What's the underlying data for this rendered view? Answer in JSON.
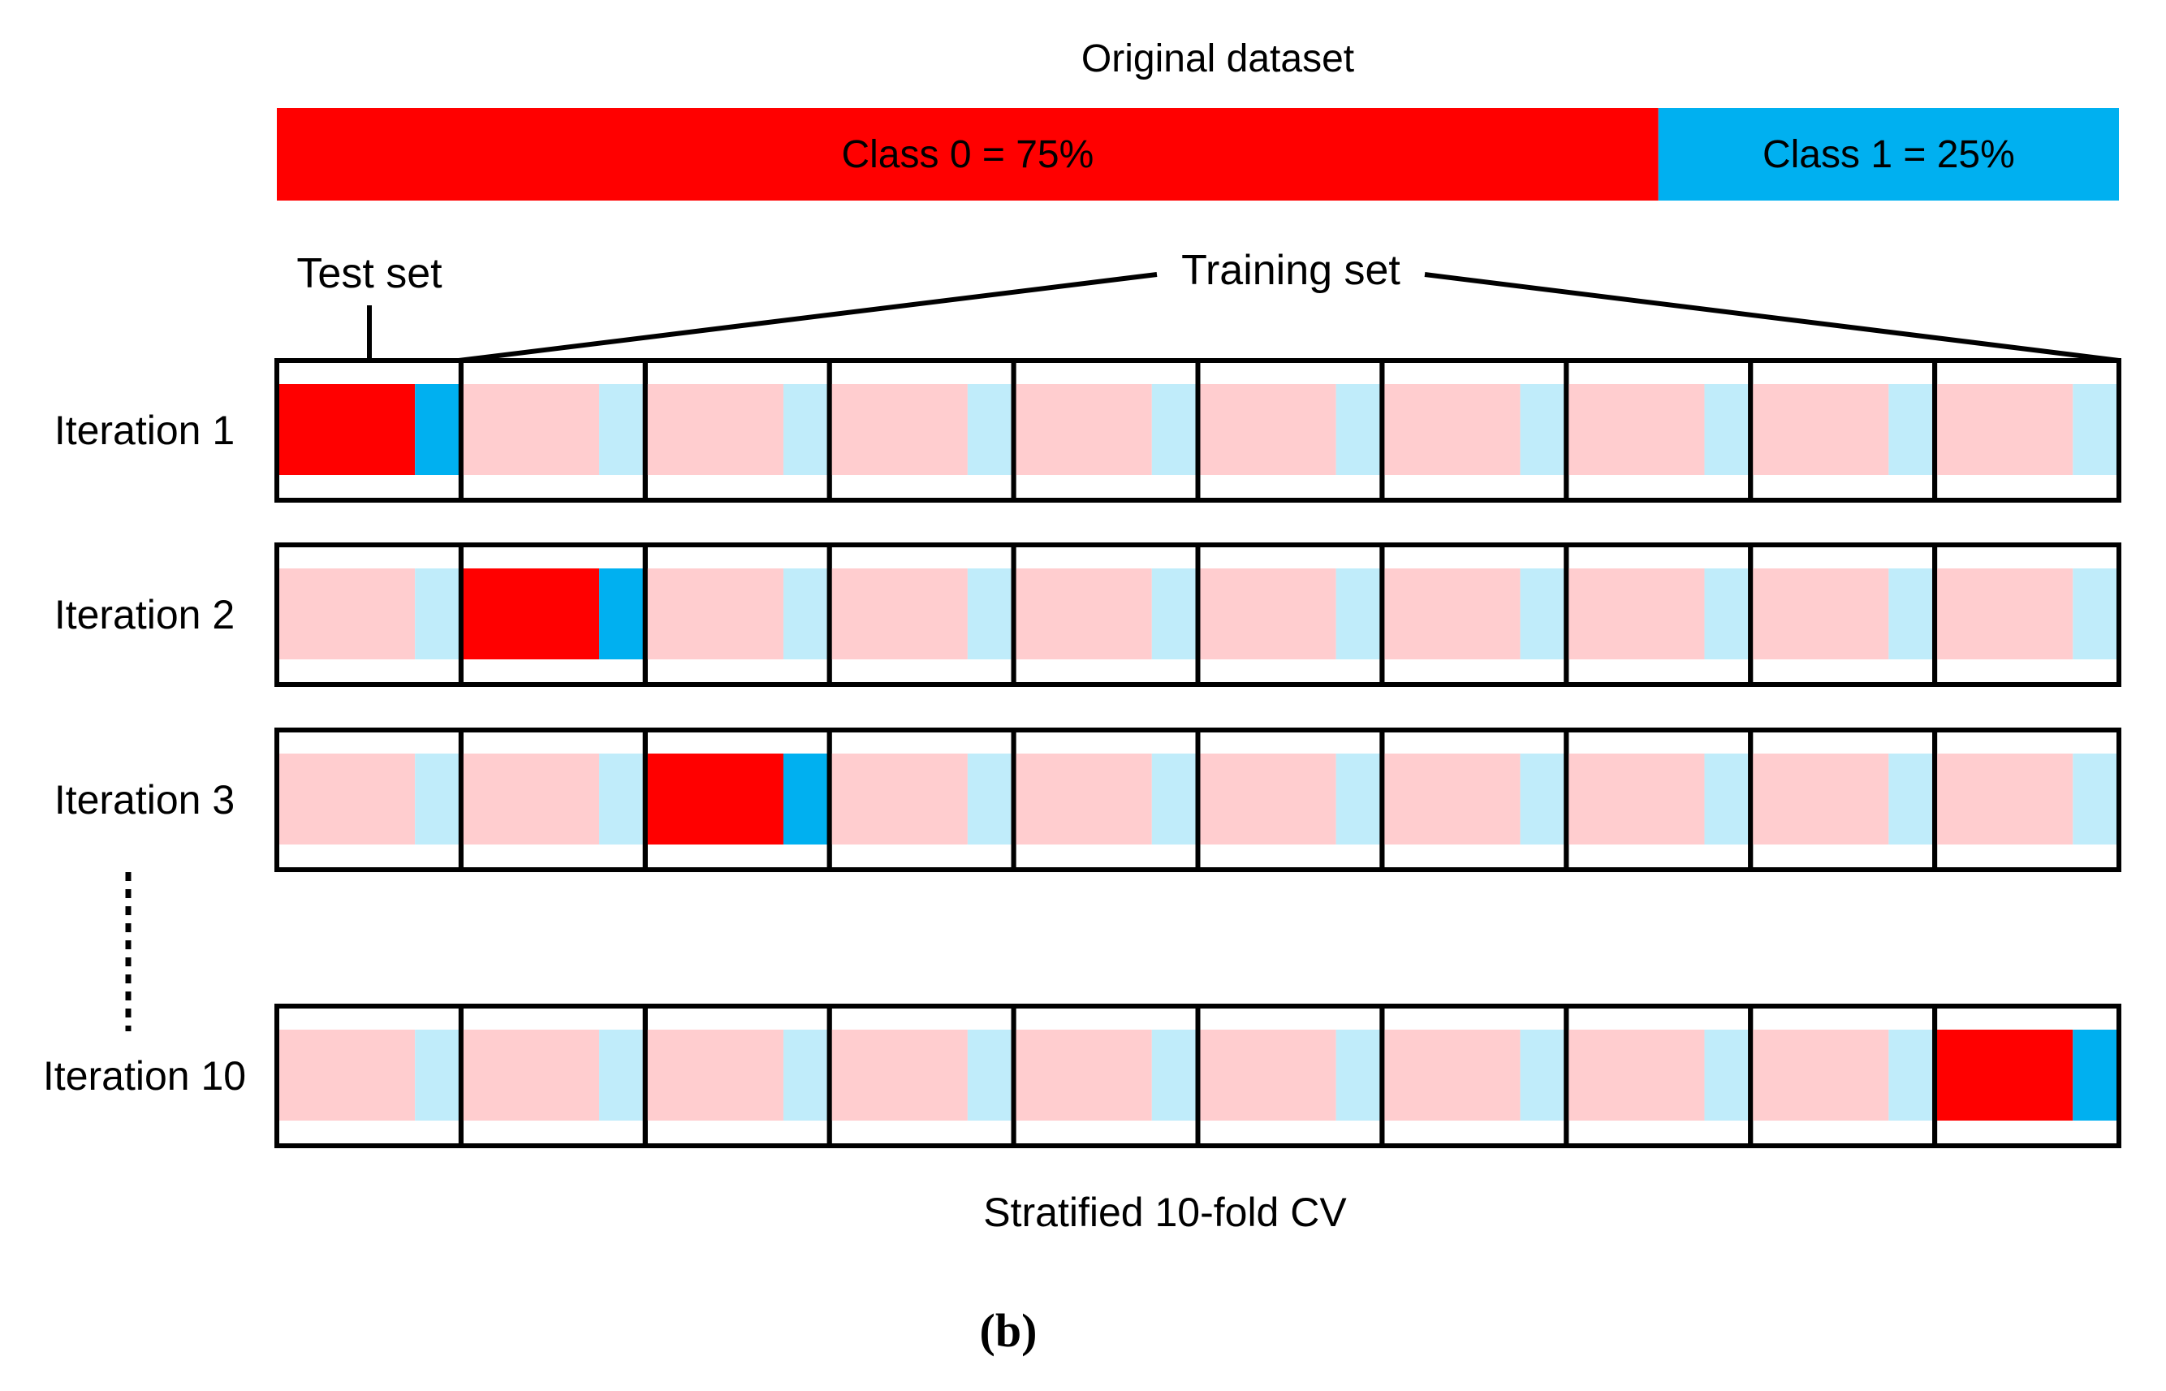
{
  "title": "Original dataset",
  "dataset": {
    "class0": {
      "label": "Class 0 = 75%",
      "fraction": 0.75,
      "color": "#ff0000"
    },
    "class1": {
      "label": "Class 1 = 25%",
      "fraction": 0.25,
      "color": "#00b0f0"
    }
  },
  "test_label": "Test set",
  "training_label": "Training set",
  "fold_count": 10,
  "colors": {
    "test_class0": "#ff0000",
    "test_class1": "#00b0f0",
    "train_class0": "#ffcdcf",
    "train_class1": "#c0ecfa",
    "border": "#000000"
  },
  "iterations": [
    {
      "label": "Iteration 1",
      "test_fold": 1
    },
    {
      "label": "Iteration 2",
      "test_fold": 2
    },
    {
      "label": "Iteration 3",
      "test_fold": 3
    },
    {
      "label": "Iteration 10",
      "test_fold": 10
    }
  ],
  "footer": "Stratified 10-fold CV",
  "caption": "(b)"
}
